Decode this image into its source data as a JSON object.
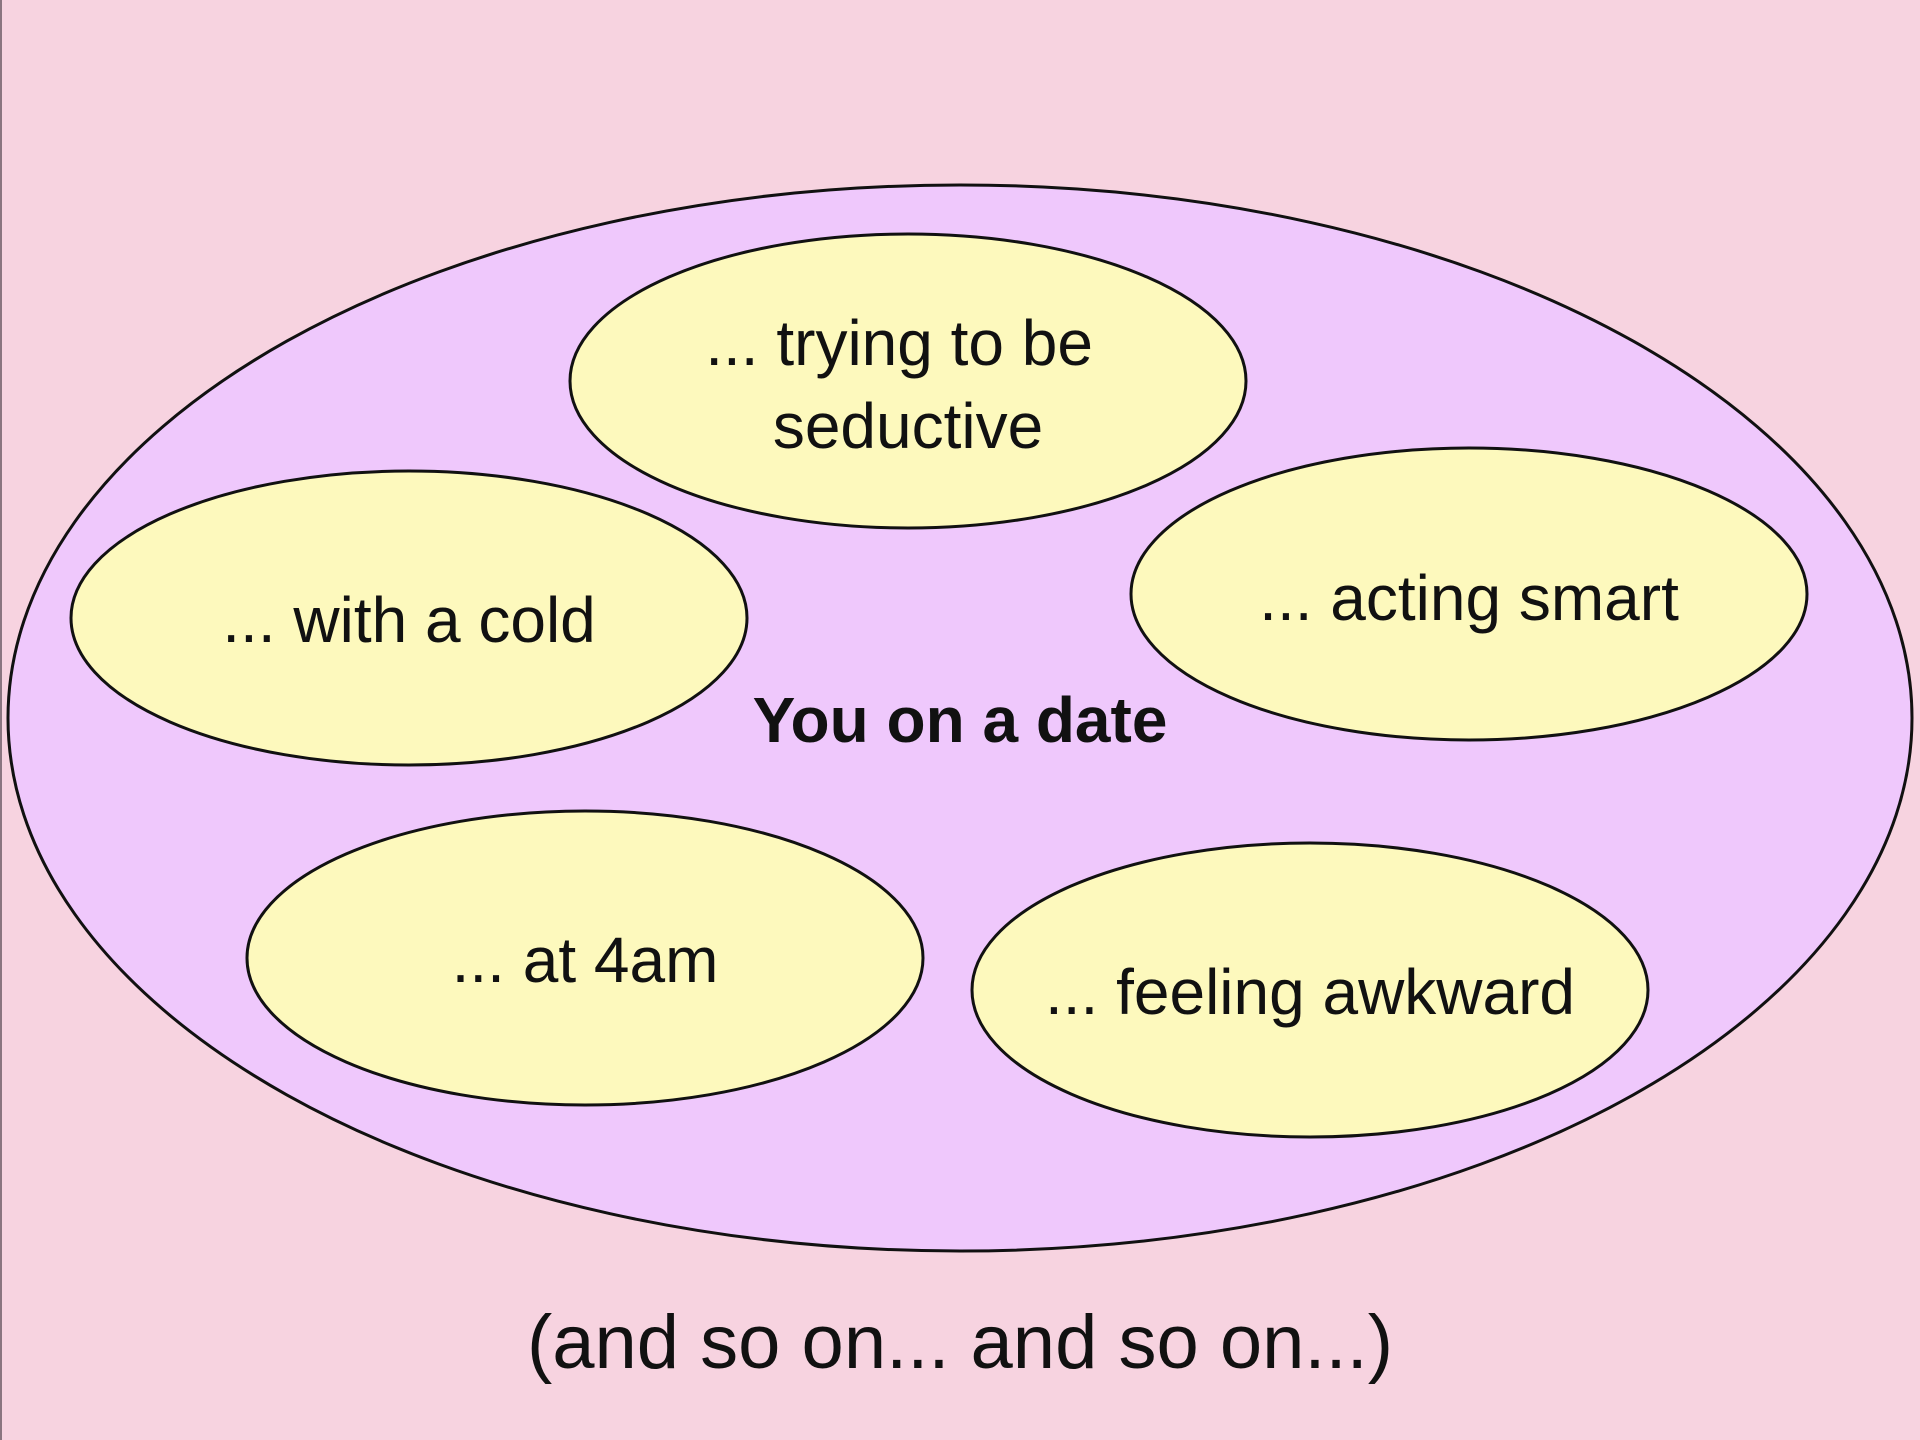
{
  "colors": {
    "background": "#f7d3e0",
    "outer_fill": "#efc8fc",
    "inner_fill": "#fdf9bd",
    "stroke": "#111111"
  },
  "diagram": {
    "main_label": "You on a date",
    "sub_nodes": [
      {
        "id": "seductive",
        "lines": [
          "... trying to be",
          "seductive"
        ]
      },
      {
        "id": "cold",
        "lines": [
          "... with a cold"
        ]
      },
      {
        "id": "smart",
        "lines": [
          "... acting smart"
        ]
      },
      {
        "id": "4am",
        "lines": [
          "... at 4am"
        ]
      },
      {
        "id": "awkward",
        "lines": [
          "... feeling awkward"
        ]
      }
    ]
  },
  "footer": {
    "text": "(and so on... and so on...)"
  }
}
